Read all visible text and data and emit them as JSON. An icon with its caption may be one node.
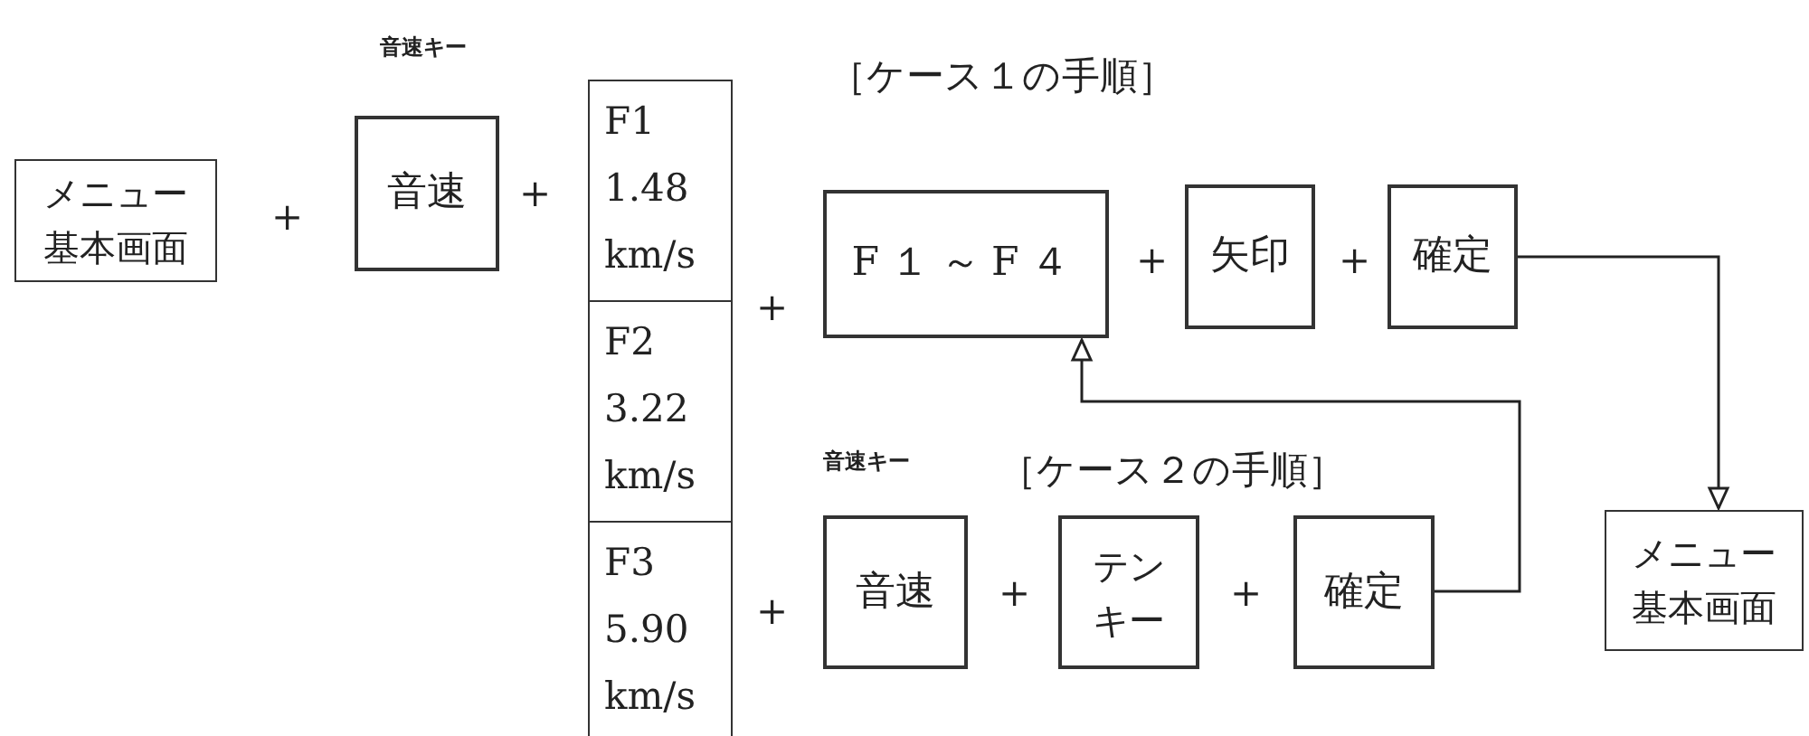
{
  "diagram": {
    "nodes": [
      {
        "text": [
          "メニュー基本画面"
        ]
      },
      {
        "text": [
          "音速"
        ],
        "beside": [
          "音速キー"
        ]
      },
      {
        "text": [
          "F1 1.48 km/s"
        ]
      },
      {
        "text": [
          "F2 3.22 km/s"
        ]
      },
      {
        "text": [
          "F3 5.90 km/s"
        ]
      },
      {
        "text": [
          "F１～F４"
        ]
      },
      {
        "text": [
          "矢印"
        ]
      },
      {
        "text": [
          "確定"
        ]
      },
      {
        "text": [
          "メニュー基本画面"
        ]
      },
      {
        "text": [
          "音速"
        ],
        "beside": [
          "音速キー"
        ]
      },
      {
        "text": [
          "テンキー"
        ]
      },
      {
        "text": [
          "確定"
        ]
      }
    ],
    "edges": [
      {
        "from": 7,
        "to": 8,
        "arrow": "to"
      },
      {
        "from": 11,
        "to": 5,
        "arrow": "to"
      }
    ],
    "labels": [
      "［ケース１の手順］",
      "+",
      "+",
      "+",
      "+",
      "+",
      "［ケース２の手順］",
      "+",
      "+",
      "+"
    ]
  }
}
